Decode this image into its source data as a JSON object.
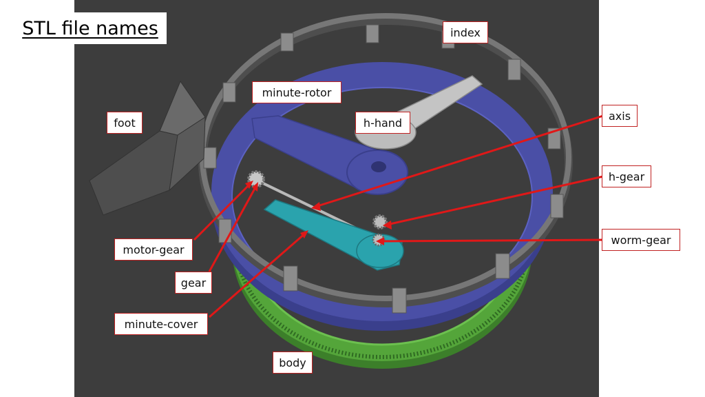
{
  "title": "STL file names",
  "labels": {
    "index": "index",
    "minute_rotor": "minute-rotor",
    "foot": "foot",
    "h_hand": "h-hand",
    "axis": "axis",
    "h_gear": "h-gear",
    "worm_gear": "worm-gear",
    "motor_gear": "motor-gear",
    "gear": "gear",
    "minute_cover": "minute-cover",
    "body": "body"
  },
  "colors": {
    "viewport_bg": "#3d3d3d",
    "index_ring": "#6a6a6a",
    "minute_rotor": "#4a4fa6",
    "body": "#54a53a",
    "minute_cover": "#2aa3ad",
    "hand": "#bdbdbd",
    "foot": "#5c5c5c",
    "callout": "#e01818"
  }
}
